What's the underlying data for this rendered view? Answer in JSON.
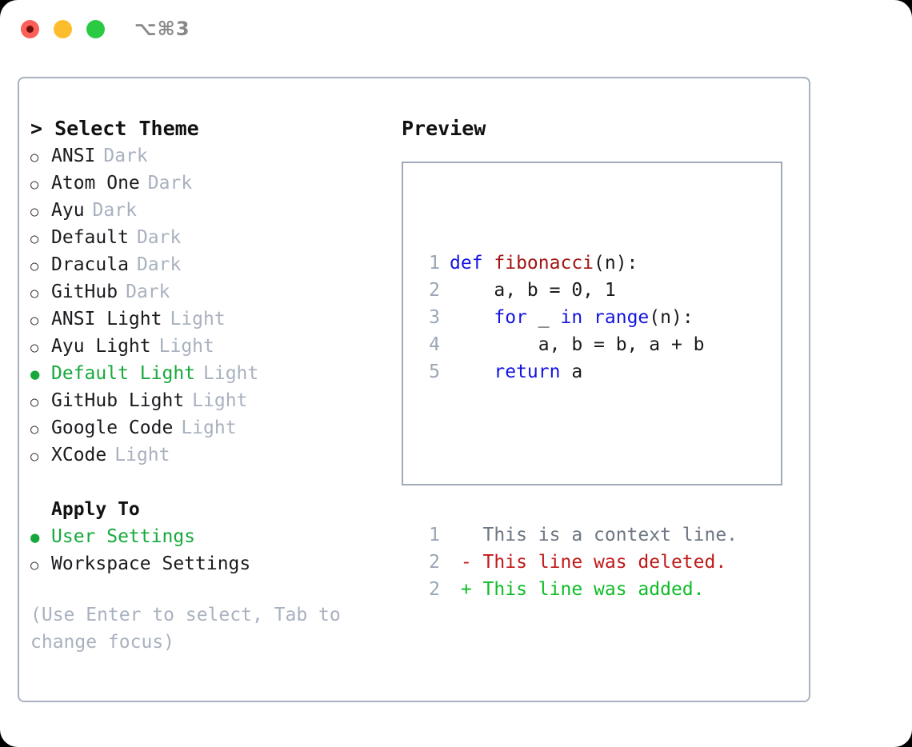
{
  "titlebar": {
    "traffic_lights": [
      {
        "name": "close",
        "color": "#fc6058"
      },
      {
        "name": "minimize",
        "color": "#fdbc2c"
      },
      {
        "name": "zoom",
        "color": "#2acb42"
      }
    ],
    "shortcut": "⌥⌘3"
  },
  "theme_picker": {
    "heading": "> Select Theme",
    "themes": [
      {
        "marker": "○",
        "label": "ANSI",
        "variant": "Dark",
        "selected": false
      },
      {
        "marker": "○",
        "label": "Atom One",
        "variant": "Dark",
        "selected": false
      },
      {
        "marker": "○",
        "label": "Ayu",
        "variant": "Dark",
        "selected": false
      },
      {
        "marker": "○",
        "label": "Default",
        "variant": "Dark",
        "selected": false
      },
      {
        "marker": "○",
        "label": "Dracula",
        "variant": "Dark",
        "selected": false
      },
      {
        "marker": "○",
        "label": "GitHub",
        "variant": "Dark",
        "selected": false
      },
      {
        "marker": "○",
        "label": "ANSI Light",
        "variant": "Light",
        "selected": false
      },
      {
        "marker": "○",
        "label": "Ayu Light",
        "variant": "Light",
        "selected": false
      },
      {
        "marker": "●",
        "label": "Default Light",
        "variant": "Light",
        "selected": true
      },
      {
        "marker": "○",
        "label": "GitHub Light",
        "variant": "Light",
        "selected": false
      },
      {
        "marker": "○",
        "label": "Google Code",
        "variant": "Light",
        "selected": false
      },
      {
        "marker": "○",
        "label": "XCode",
        "variant": "Light",
        "selected": false
      }
    ],
    "apply_to": {
      "heading": "Apply To",
      "options": [
        {
          "marker": "●",
          "label": "User Settings",
          "selected": true
        },
        {
          "marker": "○",
          "label": "Workspace Settings",
          "selected": false
        }
      ]
    },
    "hint": "(Use Enter to select, Tab to change focus)"
  },
  "preview": {
    "title": "Preview",
    "code_lines": [
      {
        "num": "1",
        "tokens": [
          {
            "t": "def ",
            "k": "kw"
          },
          {
            "t": "fibonacci",
            "k": "fn"
          },
          {
            "t": "(n):",
            "k": "plain"
          }
        ]
      },
      {
        "num": "2",
        "tokens": [
          {
            "t": "    a, b = 0, 1",
            "k": "plain"
          }
        ]
      },
      {
        "num": "3",
        "tokens": [
          {
            "t": "    ",
            "k": "plain"
          },
          {
            "t": "for",
            "k": "kw"
          },
          {
            "t": " _ ",
            "k": "plain"
          },
          {
            "t": "in",
            "k": "kw"
          },
          {
            "t": " ",
            "k": "plain"
          },
          {
            "t": "range",
            "k": "kw"
          },
          {
            "t": "(n):",
            "k": "plain"
          }
        ]
      },
      {
        "num": "4",
        "tokens": [
          {
            "t": "        a, b = b, a + b",
            "k": "plain"
          }
        ]
      },
      {
        "num": "5",
        "tokens": [
          {
            "t": "    ",
            "k": "plain"
          },
          {
            "t": "return",
            "k": "kw"
          },
          {
            "t": " a",
            "k": "plain"
          }
        ]
      }
    ],
    "diff_lines": [
      {
        "num": "1",
        "sign": " ",
        "text": " This is a context line.",
        "kind": "ctx"
      },
      {
        "num": "2",
        "sign": "-",
        "text": " This line was deleted.",
        "kind": "del"
      },
      {
        "num": "2",
        "sign": "+",
        "text": " This line was added.",
        "kind": "add"
      }
    ]
  },
  "colors": {
    "accent_green": "#17a93c",
    "muted": "#a9b1bf",
    "keyword_blue": "#1414e0",
    "function_red": "#a31515",
    "diff_delete": "#c01a1a",
    "diff_add": "#0ebc28",
    "border": "#a8b2c1"
  }
}
